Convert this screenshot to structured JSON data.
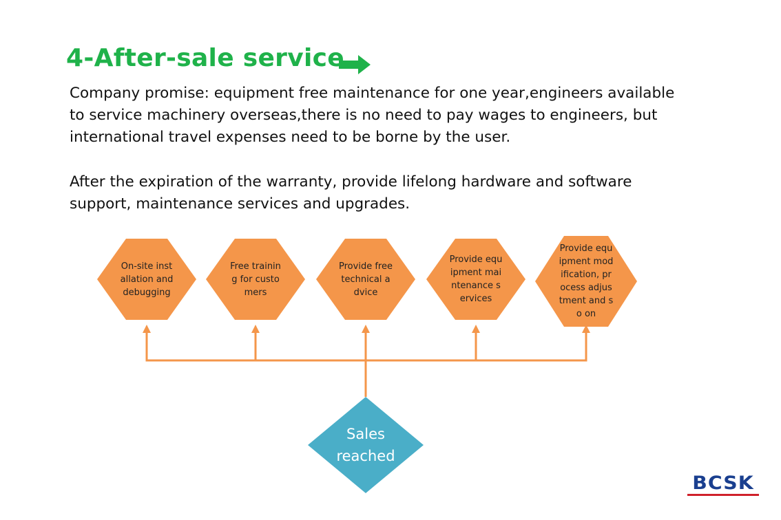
{
  "title": "4-After-sale service",
  "paragraphs": {
    "promise": "Company promise: equipment free maintenance for one year,engineers available to service machinery overseas,there is no need to pay wages to engineers, but international travel expenses need to be borne by the user.",
    "support": "After the expiration of the warranty, provide lifelong hardware and software support, maintenance services and upgrades."
  },
  "diagram": {
    "root": {
      "label": "Sales reached"
    },
    "services": [
      {
        "label": "On-site installation and debugging"
      },
      {
        "label": "Free training for customers"
      },
      {
        "label": "Provide free technical advice"
      },
      {
        "label": "Provide equipment maintenance services"
      },
      {
        "label": "Provide equipment modification, process adjustment and so on"
      }
    ]
  },
  "logo": {
    "text": "BCSK"
  },
  "colors": {
    "title": "#1fb24a",
    "arrow": "#1fb24a",
    "service_node": "#f4964a",
    "root_node": "#4aaec8",
    "connector": "#f4964a",
    "logo_text": "#1a3f8f",
    "logo_bar": "#d0202a"
  }
}
